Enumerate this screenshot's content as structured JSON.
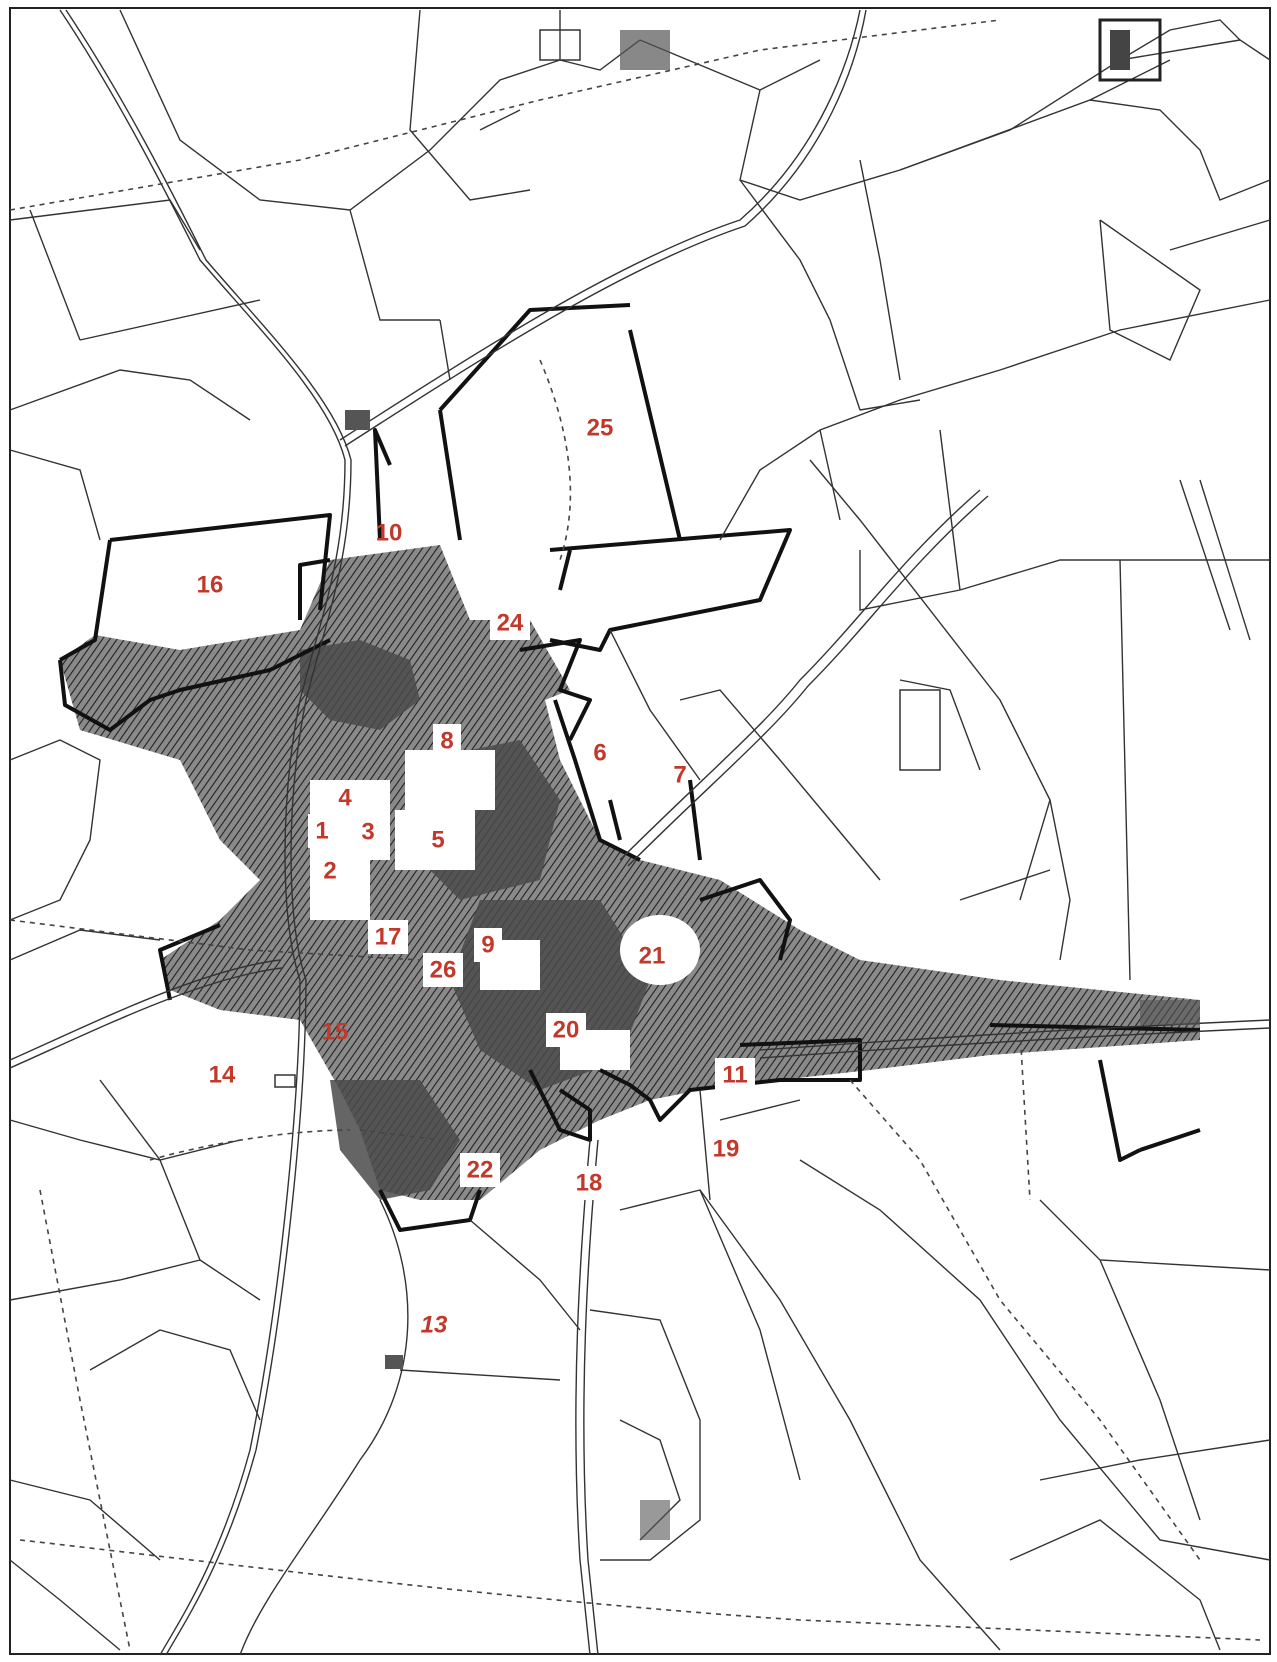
{
  "map": {
    "label_color": "#c0392b",
    "areas": [
      {
        "id": "1",
        "label": "1"
      },
      {
        "id": "2",
        "label": "2"
      },
      {
        "id": "3",
        "label": "3"
      },
      {
        "id": "4",
        "label": "4"
      },
      {
        "id": "5",
        "label": "5"
      },
      {
        "id": "6",
        "label": "6"
      },
      {
        "id": "7",
        "label": "7"
      },
      {
        "id": "8",
        "label": "8"
      },
      {
        "id": "9",
        "label": "9"
      },
      {
        "id": "10",
        "label": "10"
      },
      {
        "id": "11",
        "label": "11"
      },
      {
        "id": "13",
        "label": "13"
      },
      {
        "id": "14",
        "label": "14"
      },
      {
        "id": "15",
        "label": "15"
      },
      {
        "id": "16",
        "label": "16"
      },
      {
        "id": "17",
        "label": "17"
      },
      {
        "id": "18",
        "label": "18"
      },
      {
        "id": "19",
        "label": "19"
      },
      {
        "id": "20",
        "label": "20"
      },
      {
        "id": "21",
        "label": "21"
      },
      {
        "id": "22",
        "label": "22"
      },
      {
        "id": "24",
        "label": "24"
      },
      {
        "id": "25",
        "label": "25"
      },
      {
        "id": "26",
        "label": "26"
      }
    ]
  }
}
